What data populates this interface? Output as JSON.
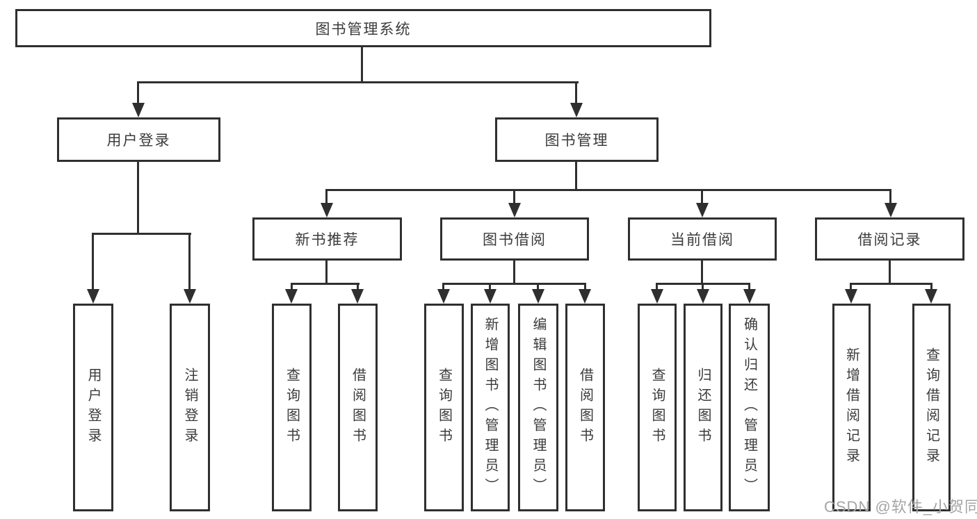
{
  "tree": {
    "root": {
      "label": "图书管理系统"
    },
    "branches": [
      {
        "label": "用户登录",
        "children": [
          {
            "label": "用户登录"
          },
          {
            "label": "注销登录"
          }
        ]
      },
      {
        "label": "图书管理",
        "children": [
          {
            "label": "新书推荐",
            "children": [
              {
                "label": "查询图书"
              },
              {
                "label": "借阅图书"
              }
            ]
          },
          {
            "label": "图书借阅",
            "children": [
              {
                "label": "查询图书"
              },
              {
                "label": "新增图书（管理员）"
              },
              {
                "label": "编辑图书（管理员）"
              },
              {
                "label": "借阅图书"
              }
            ]
          },
          {
            "label": "当前借阅",
            "children": [
              {
                "label": "查询图书"
              },
              {
                "label": "归还图书"
              },
              {
                "label": "确认归还（管理员）"
              }
            ]
          },
          {
            "label": "借阅记录",
            "children": [
              {
                "label": "新增借阅记录"
              },
              {
                "label": "查询借阅记录"
              }
            ]
          }
        ]
      }
    ]
  },
  "watermark": "CSDN @软件_小贺同学",
  "colors": {
    "line": "#2f2f2f",
    "text": "#3b3b3b",
    "watermark": "#a5a5a5",
    "background": "#ffffff"
  }
}
